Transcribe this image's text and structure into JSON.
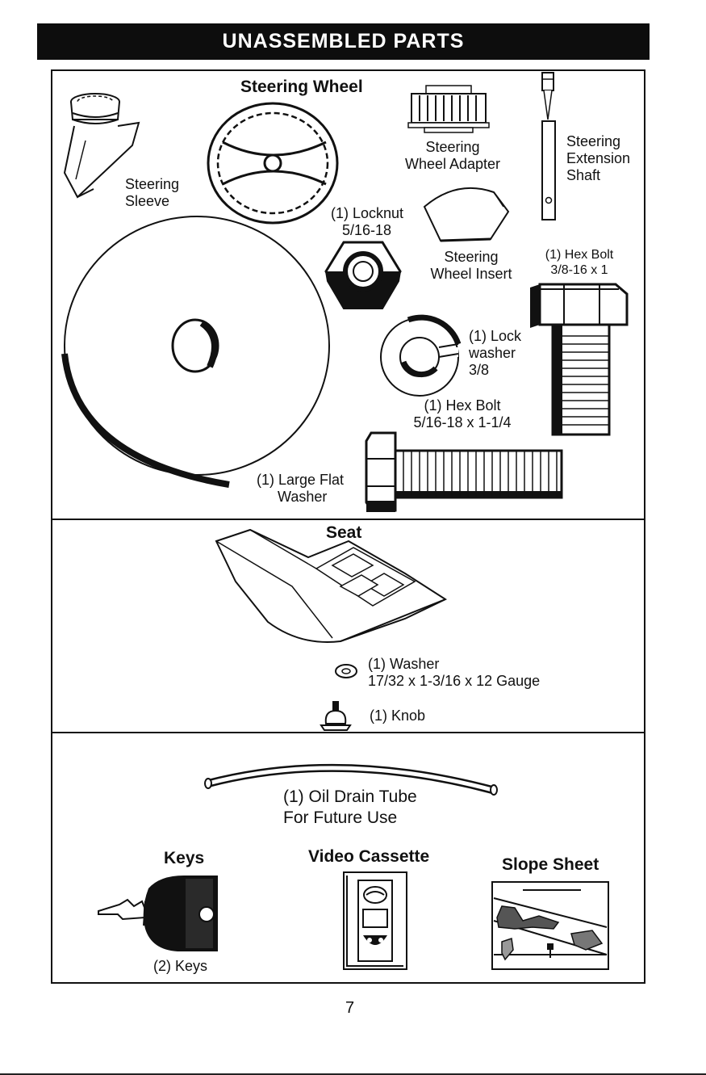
{
  "header": {
    "title": "UNASSEMBLED PARTS"
  },
  "sections": {
    "steering": {
      "steering_wheel": "Steering Wheel",
      "steering_sleeve": [
        "Steering",
        "Sleeve"
      ],
      "wheel_adapter": [
        "Steering",
        "Wheel Adapter"
      ],
      "extension_shaft": [
        "Steering",
        "Extension",
        "Shaft"
      ],
      "locknut": [
        "(1) Locknut",
        "5/16-18"
      ],
      "wheel_insert": [
        "Steering",
        "Wheel Insert"
      ],
      "hex_bolt_small": [
        "(1) Hex Bolt",
        "3/8-16 x 1"
      ],
      "lock_washer": [
        "(1) Lock",
        "washer",
        "3/8"
      ],
      "hex_bolt_long": [
        "(1) Hex Bolt",
        "5/16-18 x 1-1/4"
      ],
      "flat_washer": [
        "(1) Large Flat",
        "Washer"
      ]
    },
    "seat": {
      "title": "Seat",
      "washer": [
        "(1) Washer",
        "17/32 x 1-3/16 x 12 Gauge"
      ],
      "knob": "(1) Knob"
    },
    "misc": {
      "oil_drain_tube": [
        "(1) Oil Drain Tube",
        "For Future Use"
      ],
      "keys_title": "Keys",
      "keys_caption": "(2) Keys",
      "video_title": "Video Cassette",
      "slope_title": "Slope Sheet"
    }
  },
  "footer": {
    "page_number": "7"
  },
  "icons": [
    "steering-sleeve-icon",
    "steering-wheel-icon",
    "wheel-adapter-icon",
    "extension-shaft-icon",
    "locknut-icon",
    "wheel-insert-icon",
    "hex-bolt-icon",
    "lock-washer-icon",
    "flat-washer-icon",
    "seat-icon",
    "washer-icon",
    "knob-icon",
    "oil-drain-tube-icon",
    "key-icon",
    "video-cassette-icon",
    "slope-sheet-icon"
  ]
}
